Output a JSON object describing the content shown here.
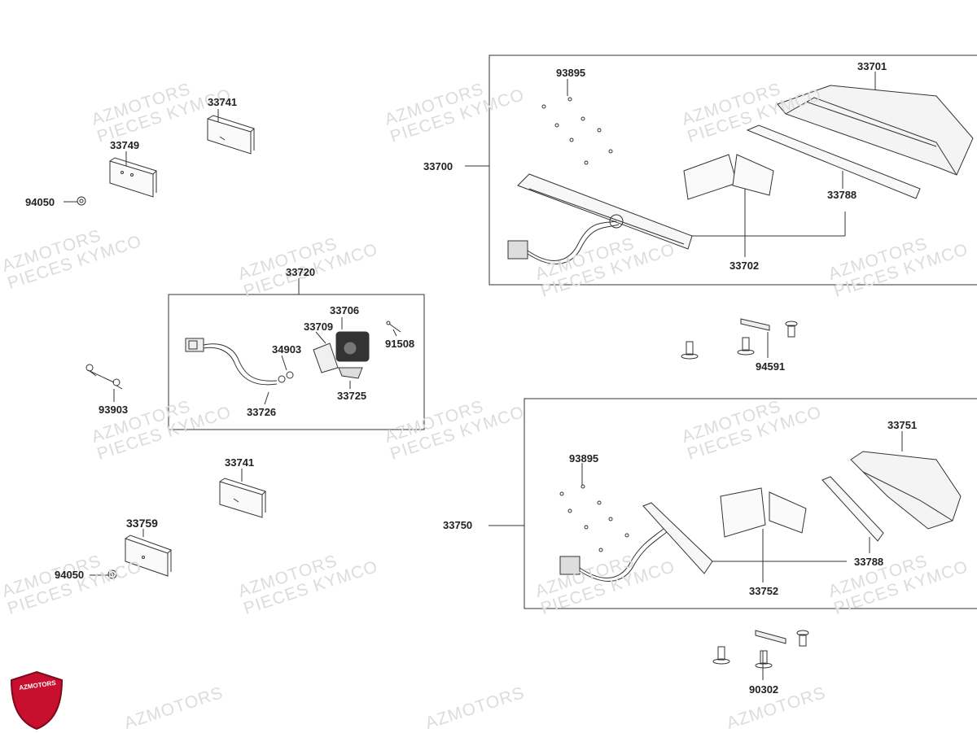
{
  "watermark": {
    "line1": "AZMOTORS",
    "line2": "PIECES KYMCO"
  },
  "logo": {
    "text": "AZMOTORS",
    "color": "#c8102e"
  },
  "parts": {
    "p33741_top": "33741",
    "p33749": "33749",
    "p94050_top": "94050",
    "p33720": "33720",
    "p33706": "33706",
    "p33709": "33709",
    "p34903": "34903",
    "p91508": "91508",
    "p33725": "33725",
    "p33726": "33726",
    "p93903": "93903",
    "p33741_bottom": "33741",
    "p33759": "33759",
    "p94050_bottom": "94050",
    "p33700": "33700",
    "p93895_top": "93895",
    "p33701": "33701",
    "p33788_top": "33788",
    "p33702": "33702",
    "p94591": "94591",
    "p33750": "33750",
    "p93895_bottom": "93895",
    "p33751": "33751",
    "p33788_bottom": "33788",
    "p33752": "33752",
    "p90302": "90302"
  }
}
